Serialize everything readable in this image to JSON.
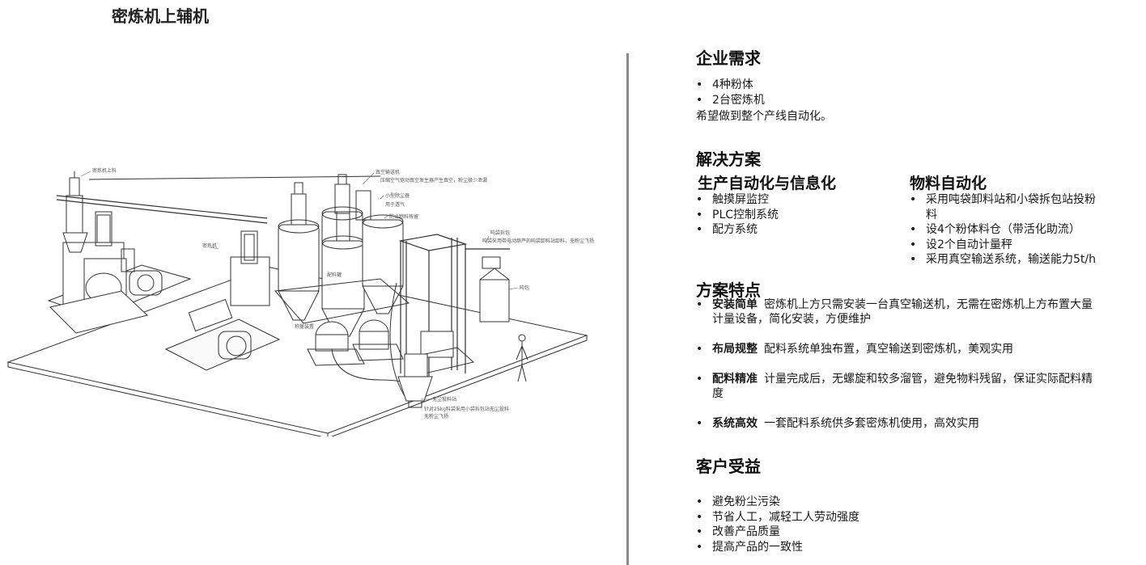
{
  "title": "密炼机上辅机",
  "drawing": {
    "labels": [
      "密炼机上料",
      "真空输送机",
      "压缩空气驱动真空发生器产生真空，粉尘极少泄漏",
      "小型除尘器",
      "用于透气",
      "防止物料残留",
      "密炼机",
      "吨袋拆包",
      "吨袋采用带电动葫芦的吨袋卸料站卸料，无粉尘飞扬",
      "配料罐",
      "吨包",
      "无尘投料站",
      "针对25kg料袋采用小袋拆包站无尘投料",
      "无粉尘飞扬",
      "称量装置"
    ]
  },
  "demand": {
    "heading": "企业需求",
    "items": [
      "4种粉体",
      "2台密炼机"
    ],
    "note": "希望做到整个产线自动化。"
  },
  "solution": {
    "heading": "解决方案",
    "left": {
      "heading": "生产自动化与信息化",
      "items": [
        "触摸屏监控",
        "PLC控制系统",
        "配方系统"
      ]
    },
    "right": {
      "heading": "物料自动化",
      "items": [
        "采用吨袋卸料站和小袋拆包站投粉料",
        "设4个粉体料仓（带活化助流）",
        "设2个自动计量秤",
        "采用真空输送系统，输送能力5t/h"
      ]
    }
  },
  "features": {
    "heading": "方案特点",
    "items": [
      {
        "title": "安装简单",
        "text": "密炼机上方只需安装一台真空输送机，无需在密炼机上方布置大量计量设备，简化安装，方便维护"
      },
      {
        "title": "布局规整",
        "text": "配料系统单独布置，真空输送到密炼机，美观实用"
      },
      {
        "title": "配料精准",
        "text": "计量完成后，无螺旋和较多溜管，避免物料残留，保证实际配料精度"
      },
      {
        "title": "系统高效",
        "text": "一套配料系统供多套密炼机使用，高效实用"
      }
    ]
  },
  "benefits": {
    "heading": "客户受益",
    "items": [
      "避免粉尘污染",
      "节省人工，减轻工人劳动强度",
      "改善产品质量",
      "提高产品的一致性"
    ]
  }
}
